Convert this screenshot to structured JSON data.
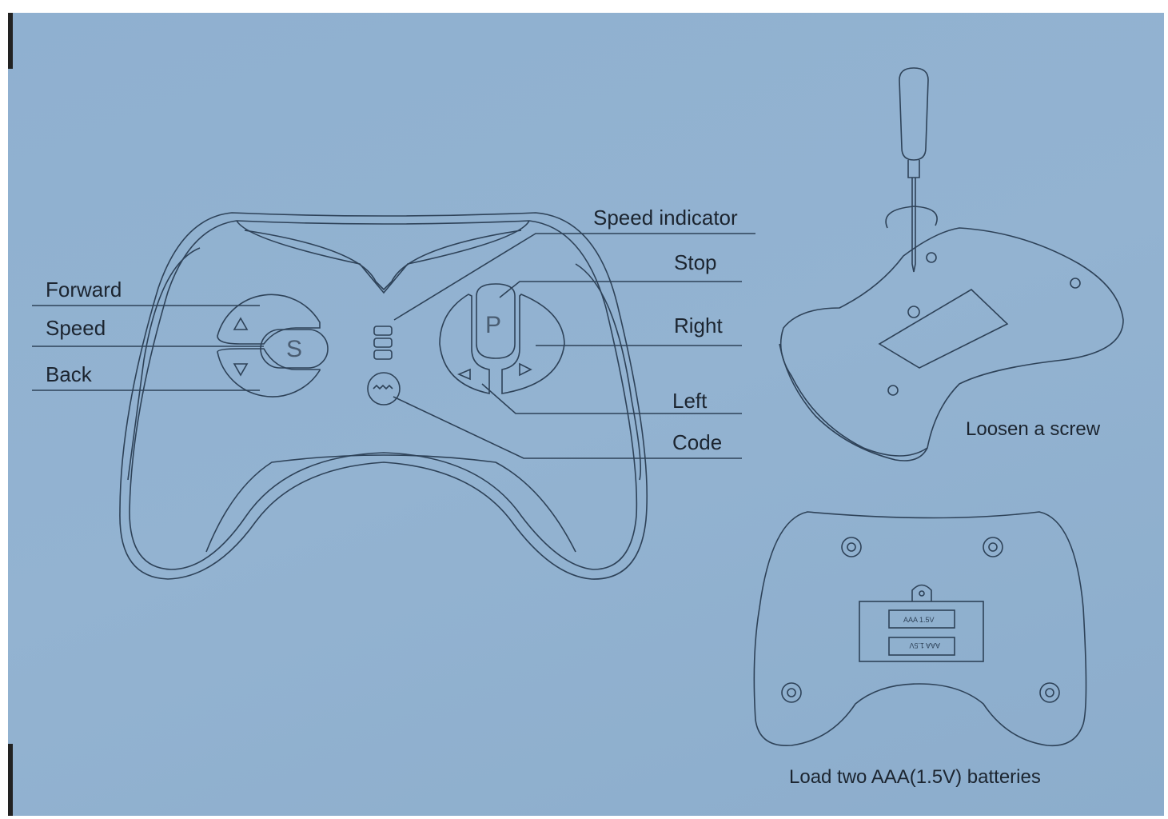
{
  "controller_labels": {
    "forward": "Forward",
    "speed": "Speed",
    "back": "Back",
    "speed_indicator": "Speed indicator",
    "stop": "Stop",
    "right": "Right",
    "left": "Left",
    "code": "Code"
  },
  "button_glyphs": {
    "speed": "S",
    "stop": "P"
  },
  "steps": {
    "screw": "Loosen a screw",
    "batteries": "Load two AAA(1.5V) batteries"
  },
  "battery_label": "AAA 1.5V",
  "colors": {
    "background": "#8fb0d0",
    "line": "#2e4258"
  }
}
